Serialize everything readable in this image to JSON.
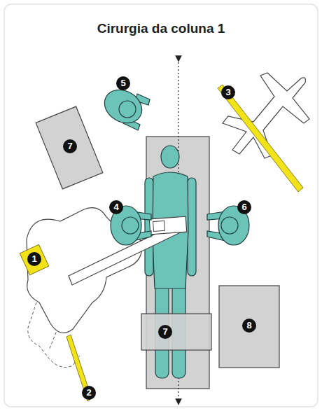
{
  "diagram": {
    "title": "Cirurgia da coluna 1",
    "labels": [
      "5",
      "3",
      "7",
      "4",
      "6",
      "1",
      "7",
      "8",
      "2"
    ]
  }
}
